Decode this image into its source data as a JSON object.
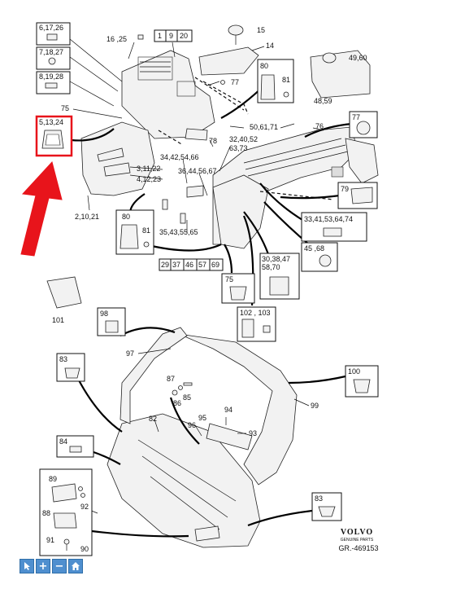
{
  "toolbar": {
    "zoom_in_label": "+",
    "zoom_out_label": "−"
  },
  "brand": {
    "name": "VOLVO",
    "subtitle": "GENUINE PARTS",
    "reference": "GR.-469153"
  },
  "callouts": [
    "6,17,26",
    "7,18,27",
    "8,19,28",
    "5,13,24",
    "75",
    "16 ,25",
    "1",
    "9",
    "20",
    "15",
    "14",
    "77",
    "80",
    "81",
    "49,60",
    "48,59",
    "76",
    "50,61,71",
    "77",
    "32,40,52",
    "63,73",
    "78",
    "34,42,54,66",
    "36,44,56,67",
    "3,11,22",
    "4,12,23",
    "2,10,21",
    "80",
    "81",
    "35,43,55,65",
    "29",
    "37",
    "46",
    "57",
    "69",
    "79",
    "33,41,53,64,74",
    "45 ,68",
    "30,38,47",
    "58,70",
    "75",
    "102 , 103",
    "101",
    "98",
    "97",
    "83",
    "100",
    "99",
    "87",
    "85",
    "86",
    "82",
    "96",
    "95",
    "94",
    "93",
    "84",
    "89",
    "92",
    "88",
    "91",
    "90",
    "83"
  ],
  "colors": {
    "highlight": "#e8141b",
    "arrow": "#e8141b",
    "toolbar": "#4f8fcf"
  }
}
